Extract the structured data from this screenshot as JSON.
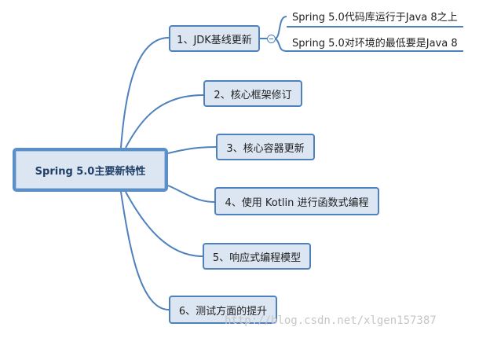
{
  "root": {
    "label": "Spring 5.0主要新特性"
  },
  "branches": [
    {
      "label": "1、JDK基线更新",
      "children": [
        "Spring 5.0代码库运行于Java 8之上",
        "Spring 5.0对环境的最低要是Java 8"
      ]
    },
    {
      "label": "2、核心框架修订",
      "children": []
    },
    {
      "label": "3、核心容器更新",
      "children": []
    },
    {
      "label": "4、使用 Kotlin 进行函数式编程",
      "children": []
    },
    {
      "label": "5、响应式编程模型",
      "children": []
    },
    {
      "label": "6、测试方面的提升",
      "children": []
    }
  ],
  "watermark": "http://blog.csdn.net/xlgen157387",
  "colors": {
    "connector": "#4f81bd",
    "node_fill": "#dce6f2",
    "node_border": "#4f81bd",
    "root_border": "#5b8fc7",
    "watermark": "#c6c6c6"
  },
  "icons": {
    "collapse": "collapse-minus-icon"
  }
}
